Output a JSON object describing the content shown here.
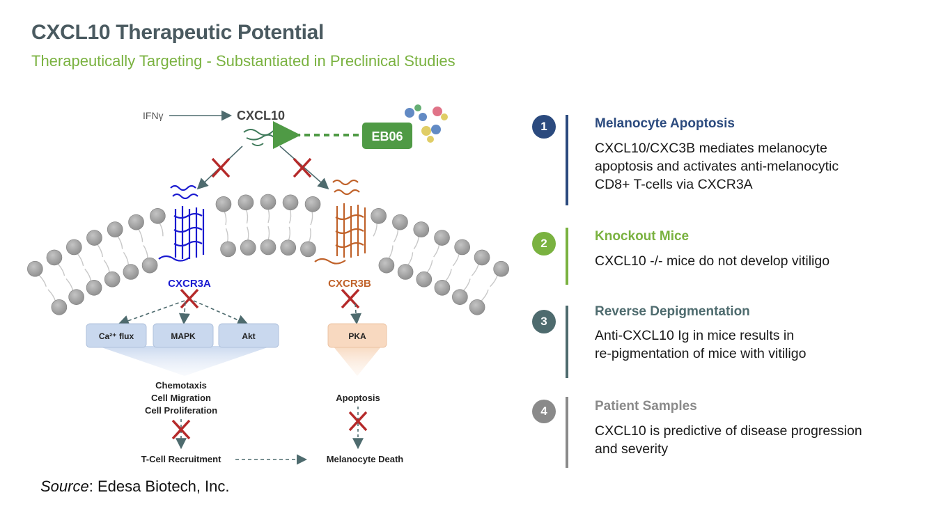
{
  "header": {
    "title": "CXCL10 Therapeutic Potential",
    "subtitle": "Therapeutically Targeting - Substantiated in Preclinical Studies"
  },
  "colors": {
    "title": "#4a5a60",
    "subtitle": "#7ab240",
    "item1": "#2b4a7e",
    "item2": "#7ab240",
    "item3": "#4e6b6e",
    "item4": "#8a8a8a",
    "cxcr3a": "#1a1ad0",
    "cxcr3b": "#c0622a",
    "eb06": "#4f9a45",
    "block_x": "#b52a2a"
  },
  "diagram": {
    "ifng": "IFNγ",
    "cxcl10": "CXCL10",
    "eb06": "EB06",
    "cxcr3a": "CXCR3A",
    "cxcr3b": "CXCR3B",
    "pathways_a": [
      "Ca²⁺ flux",
      "MAPK",
      "Akt"
    ],
    "pathway_b": "PKA",
    "outcomes_a": [
      "Chemotaxis",
      "Cell Migration",
      "Cell Proliferation"
    ],
    "outcome_b": "Apoptosis",
    "final_a": "T-Cell Recruitment",
    "final_b": "Melanocyte Death"
  },
  "items": [
    {
      "num": "1",
      "heading": "Melanocyte Apoptosis",
      "body": "CXCL10/CXC3B mediates melanocyte\napoptosis and activates anti-melanocytic\nCD8+ T-cells via CXCR3A"
    },
    {
      "num": "2",
      "heading": "Knockout Mice",
      "body": "CXCL10 -/- mice do not develop vitiligo"
    },
    {
      "num": "3",
      "heading": "Reverse Depigmentation",
      "body": "Anti-CXCL10 Ig in mice results in\nre-pigmentation of mice with vitiligo"
    },
    {
      "num": "4",
      "heading": "Patient Samples",
      "body": "CXCL10 is predictive of disease progression\nand severity"
    }
  ],
  "source": {
    "label": "Source",
    "text": ": Edesa Biotech, Inc."
  }
}
